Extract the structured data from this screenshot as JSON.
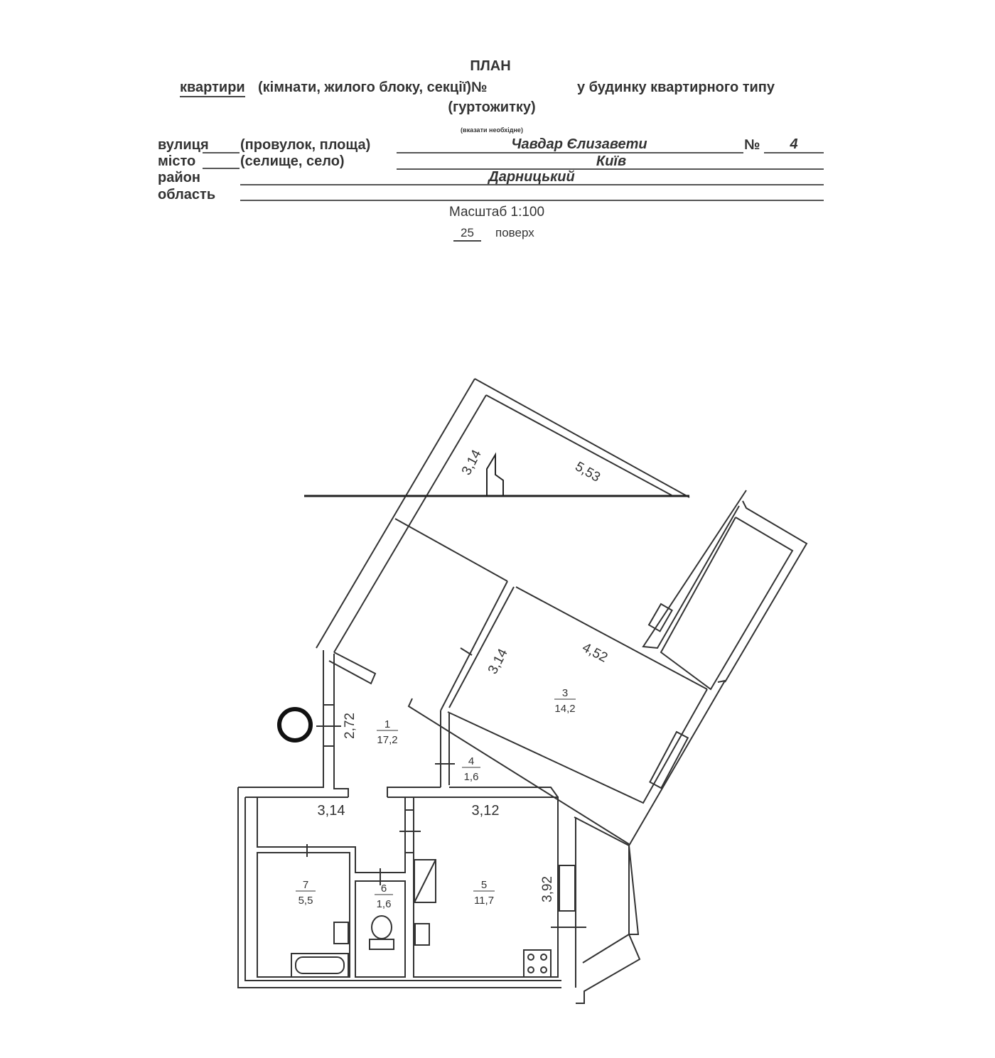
{
  "header": {
    "title": "ПЛАН",
    "line1_left": "квартири",
    "line1_mid": "(кімнати, жилого блоку, секції)№",
    "line1_right": "у будинку квартирного типу",
    "line2": "(гуртожитку)",
    "hint": "(вказати необхідне)"
  },
  "address": {
    "street_label": "вулиця",
    "street_alt": "(провулок, площа)",
    "street_value": "Чавдар Єлизавети",
    "number_label": "№",
    "number_value": "4",
    "city_label": "місто",
    "city_alt": "(селище, село)",
    "city_value": "Київ",
    "district_label": "район",
    "district_value": "Дарницький",
    "region_label": "область",
    "region_value": ""
  },
  "scale": "Масштаб 1:100",
  "floor": {
    "number": "25",
    "label": "поверх"
  },
  "plan": {
    "dimensions": {
      "balcony_left": "3,14",
      "balcony_top": "5,53",
      "room3_left": "3,14",
      "room3_top": "4,52",
      "hall_width": "2,72",
      "corridor": "3,14",
      "kitchen_top": "3,12",
      "kitchen_side": "3,92"
    },
    "rooms": [
      {
        "number": "1",
        "area": "17,2"
      },
      {
        "number": "3",
        "area": "14,2"
      },
      {
        "number": "4",
        "area": "1,6"
      },
      {
        "number": "5",
        "area": "11,7"
      },
      {
        "number": "6",
        "area": "1,6"
      },
      {
        "number": "7",
        "area": "5,5"
      }
    ]
  }
}
